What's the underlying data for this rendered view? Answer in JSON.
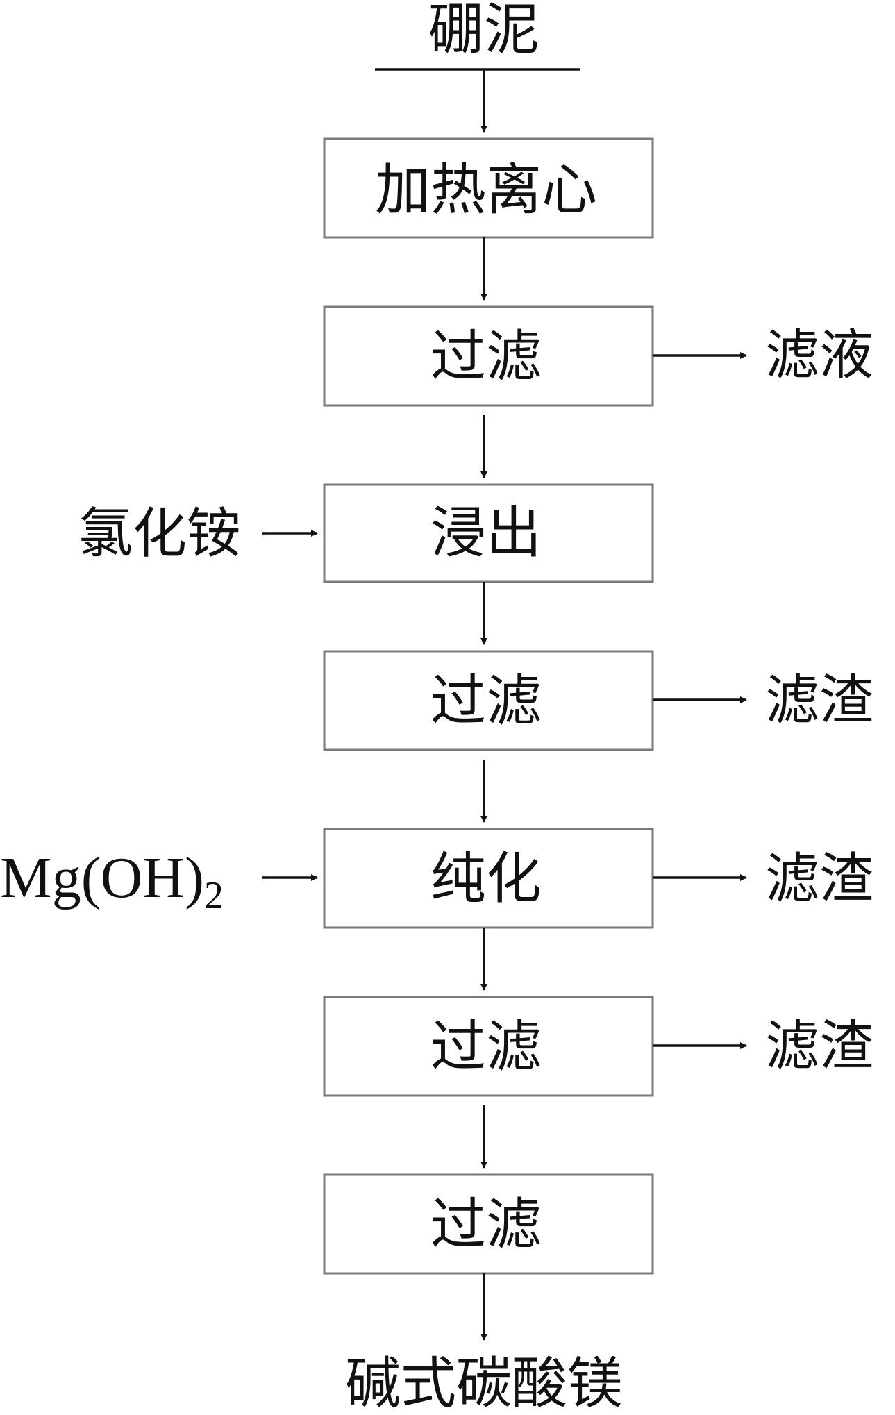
{
  "raw_material": "硼泥",
  "steps": [
    {
      "label": "加热离心"
    },
    {
      "label": "过滤",
      "output": "滤液"
    },
    {
      "label": "浸出",
      "input": "氯化铵"
    },
    {
      "label": "过滤",
      "output": "滤渣"
    },
    {
      "label": "纯化",
      "input_formula": {
        "base": "Mg(OH)",
        "sub": "2"
      },
      "output": "滤渣"
    },
    {
      "label": "过滤",
      "output": "滤渣"
    },
    {
      "label": "过滤"
    }
  ],
  "product": "碱式碳酸镁",
  "colors": {
    "line": "#111111",
    "box_border": "#7a7a7a"
  }
}
